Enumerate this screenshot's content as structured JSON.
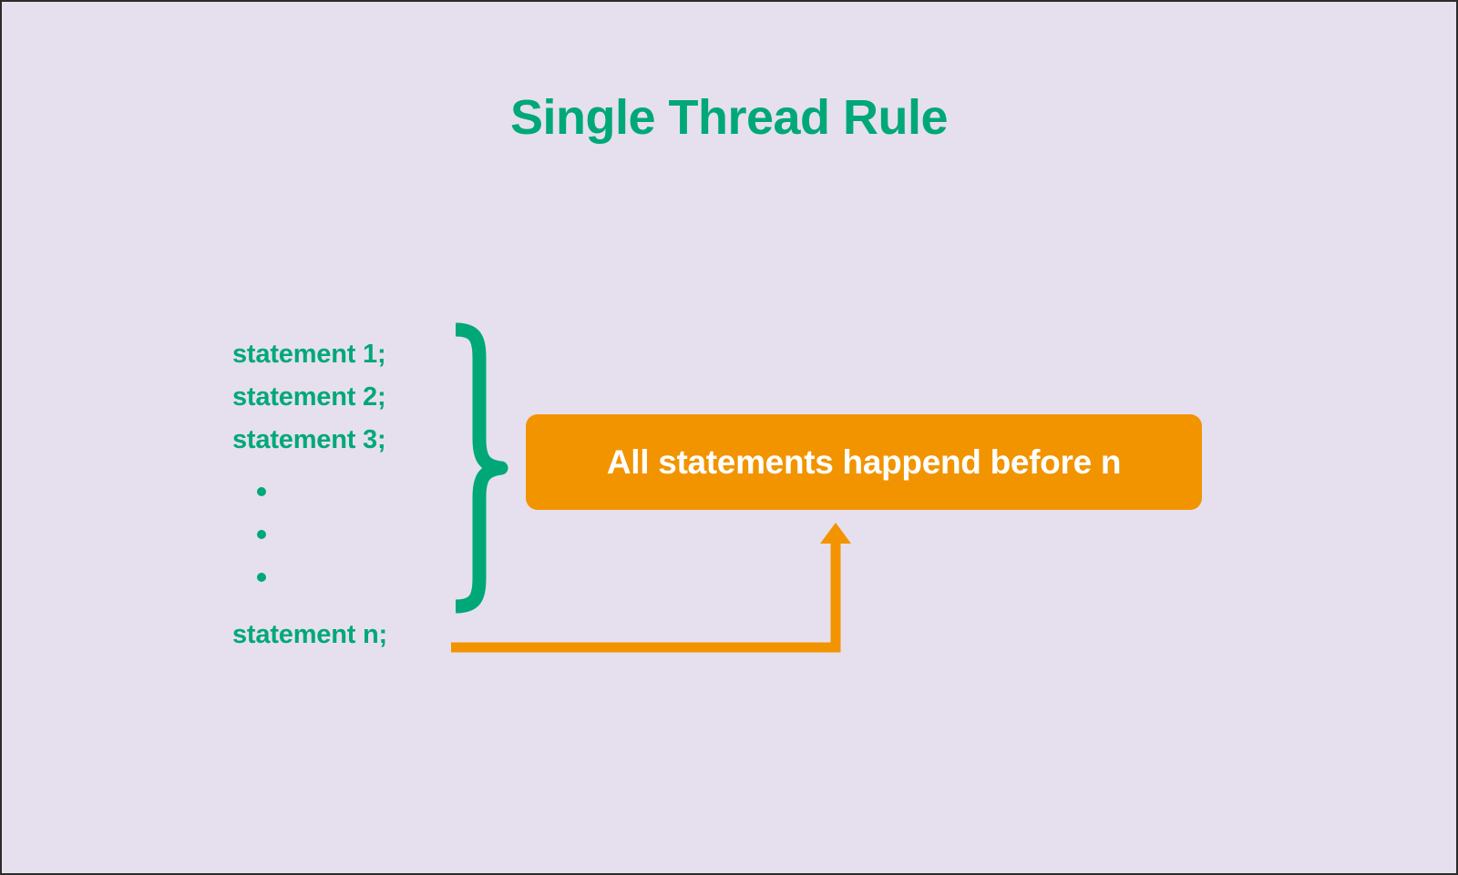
{
  "slide": {
    "title": "Single Thread Rule",
    "background_color": "#e6e0ee",
    "accent_green": "#00a878",
    "accent_orange": "#f29400",
    "text_on_orange": "#ffffff"
  },
  "code_block": {
    "statements": [
      "statement 1;",
      "statement 2;",
      "statement 3;"
    ],
    "ellipsis": ".",
    "ellipsis_count": 3,
    "last_statement": "statement n;",
    "brace": "right-curly-brace"
  },
  "callout": {
    "text": "All statements happend before n",
    "fill_color": "#f29400",
    "text_color": "#ffffff"
  },
  "arrow": {
    "semantic": "elbow-arrow-up",
    "from": "statement n;",
    "to": "All statements happend before n",
    "color": "#f29400"
  }
}
